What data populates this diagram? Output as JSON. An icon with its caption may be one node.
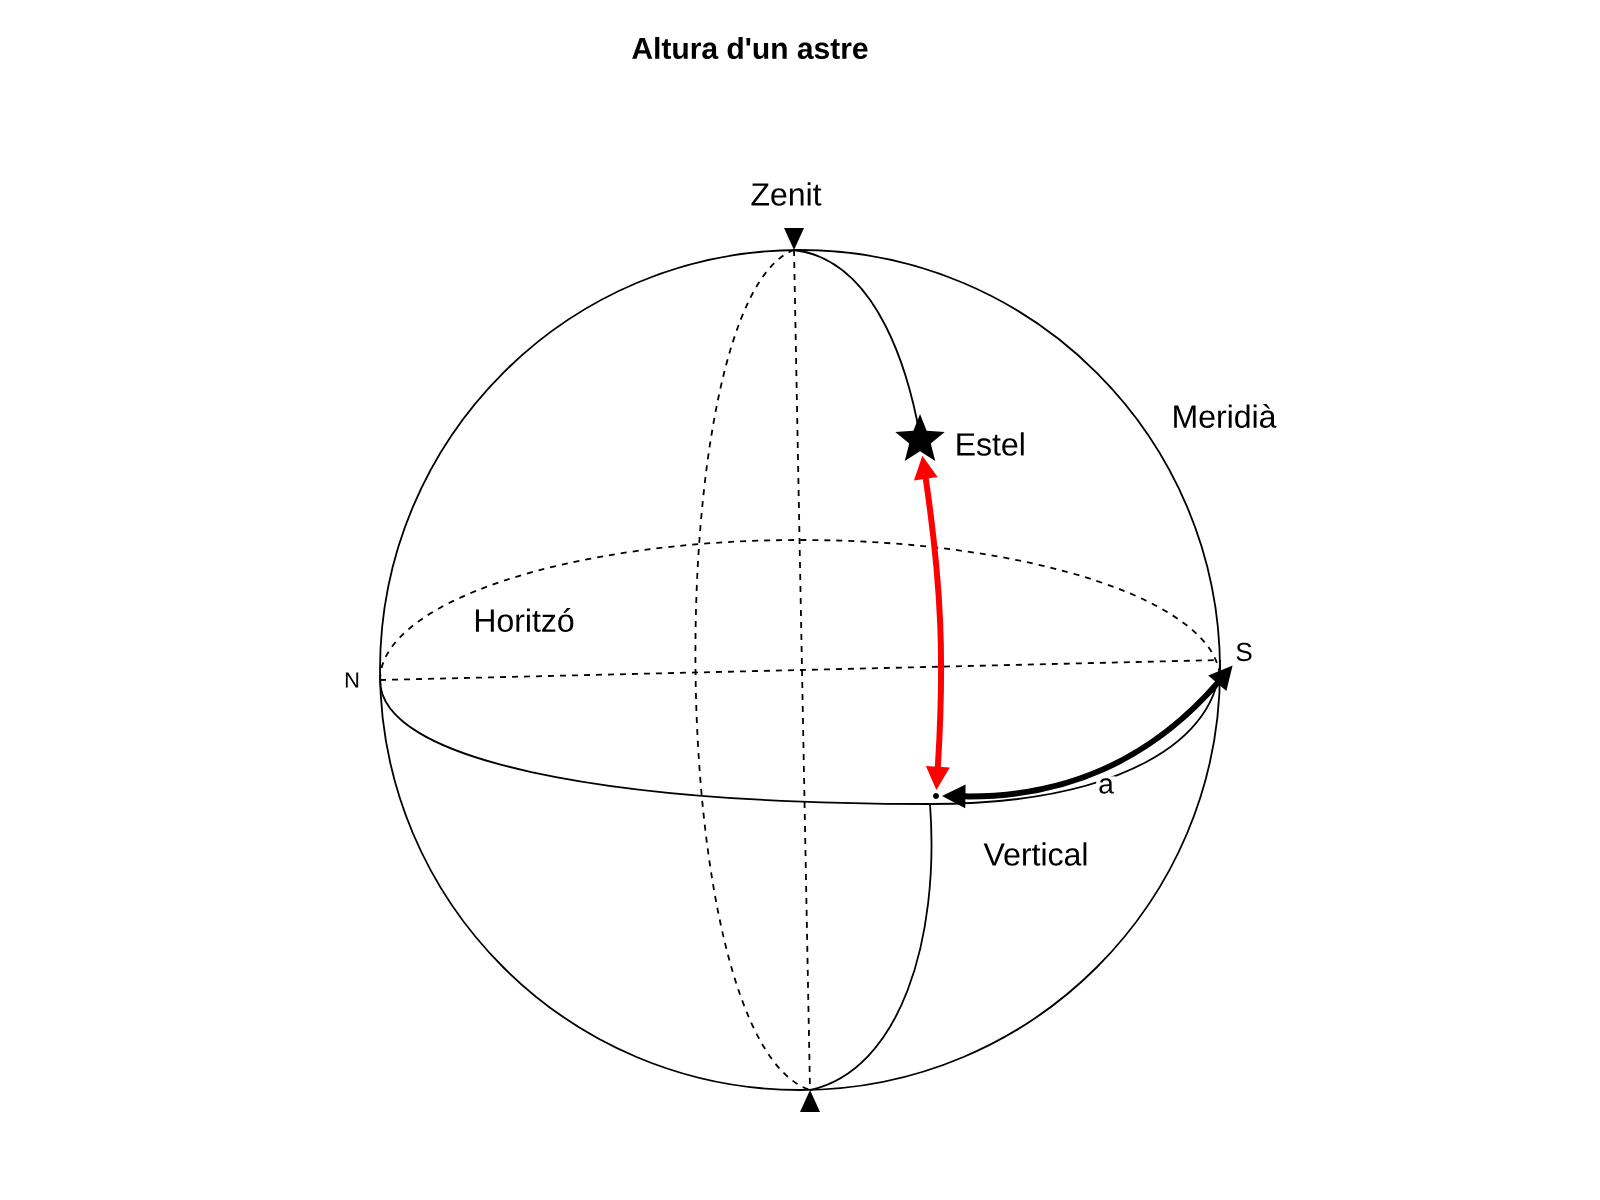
{
  "diagram": {
    "title": "Altura d'un astre",
    "nodes": [
      {
        "text": [],
        "shape": "star",
        "beside": [
          "Estel"
        ]
      },
      {
        "text": [],
        "shape": "circle"
      },
      {
        "text": [
          "S"
        ]
      }
    ],
    "edges": [
      {
        "from": 0,
        "to": 1,
        "arrow": "both",
        "color": "#ff0000"
      },
      {
        "from": 2,
        "to": 1,
        "arrow": "both",
        "label": "a",
        "color": "#000000"
      }
    ],
    "labels": [
      "Zenit",
      "Meridià",
      "Horitzó",
      "N",
      "Vertical"
    ]
  }
}
